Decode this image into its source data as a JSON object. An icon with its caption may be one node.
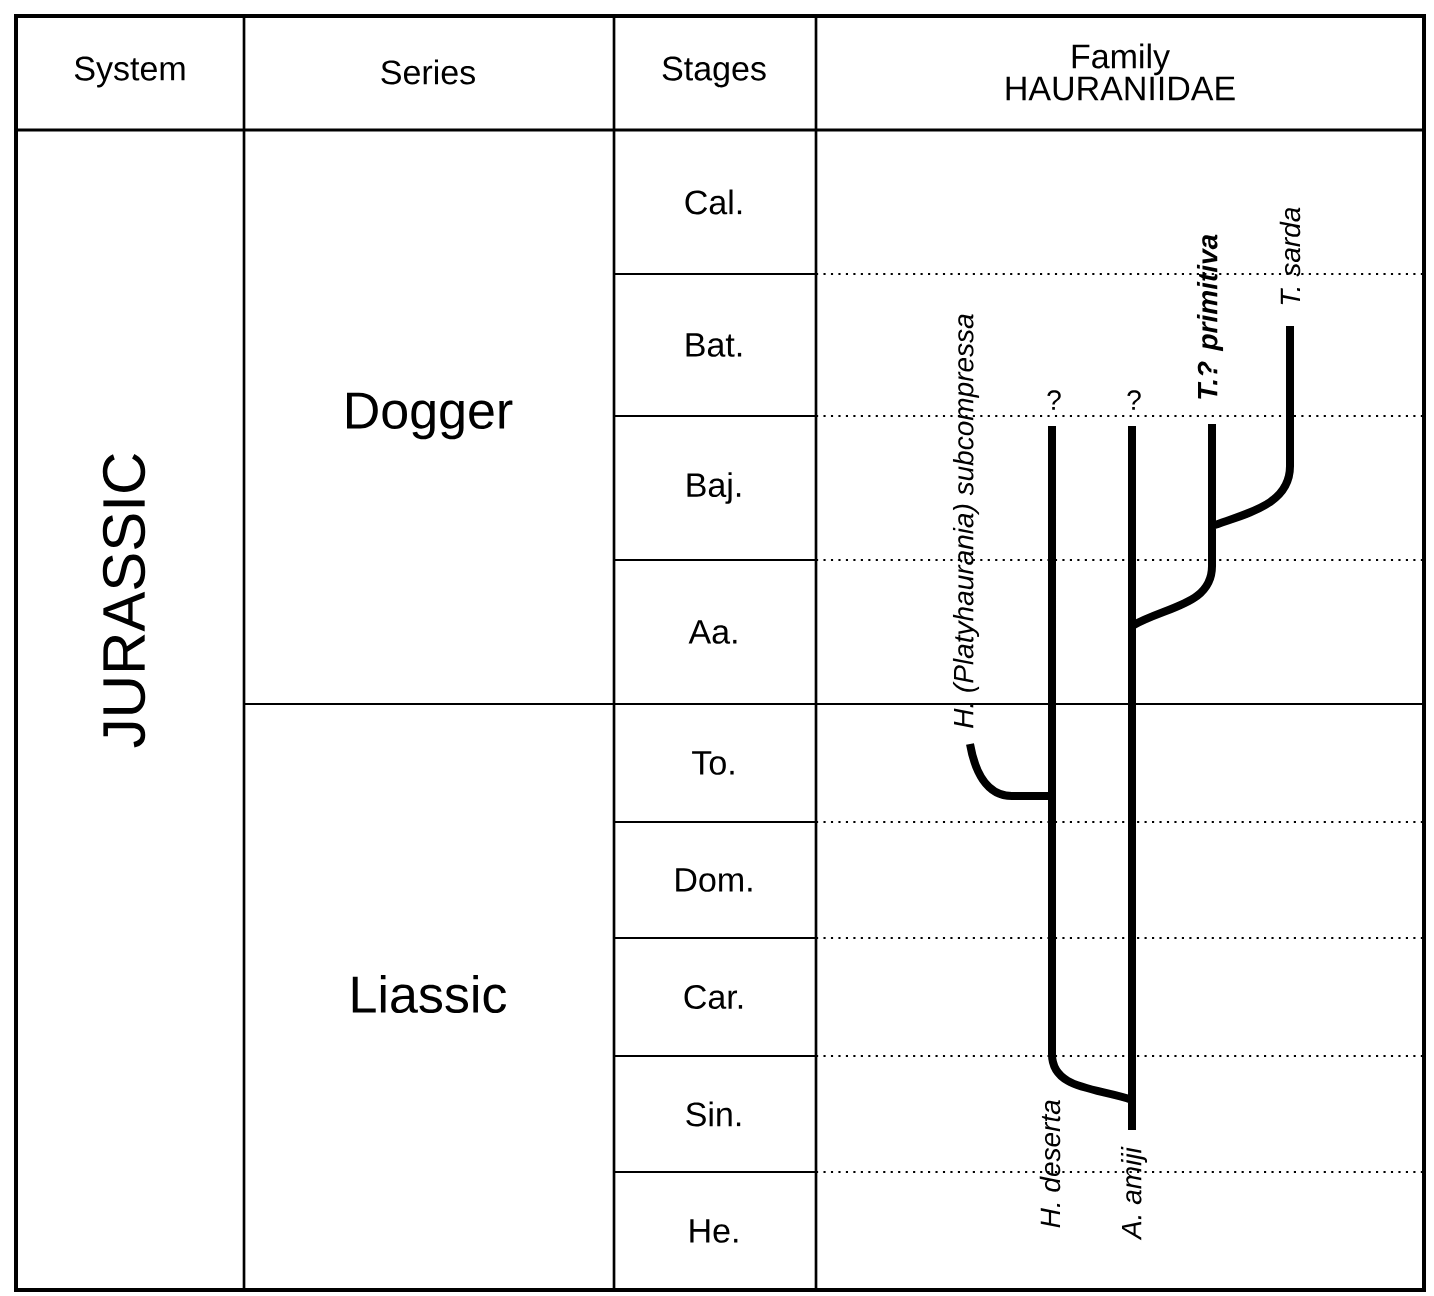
{
  "diagram": {
    "labels": [
      "System",
      "Series",
      "Stages",
      "Family HAURANIIDAE",
      "JURASSIC",
      "Dogger",
      "Cal.",
      "Bat.",
      "Baj.",
      "Aa.",
      "Liassic",
      "To.",
      "Dom.",
      "Car.",
      "Sin.",
      "He.",
      "H. (Platyhaurania) subcompressa",
      "?",
      "?",
      "T.? primitiva",
      "T. sarda",
      "H. deserta",
      "A. amiji"
    ]
  }
}
